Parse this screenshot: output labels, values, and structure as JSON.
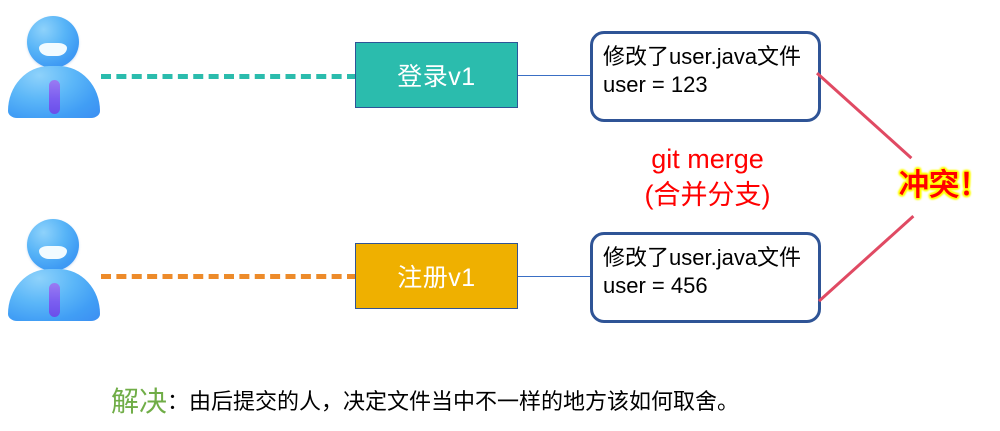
{
  "diagram": {
    "title": "git merge conflict illustration",
    "colors": {
      "branch_login_fill": "#2BBCAD",
      "branch_register_fill": "#EFB000",
      "box_border": "#2F5496",
      "dash_login": "#2BBCAD",
      "dash_register": "#ED8B2A",
      "merge_line": "#E04A63",
      "merge_text": "#FF0000",
      "conflict_text": "#FF0000",
      "conflict_glow": "#FFFF00",
      "solution_keyword": "#70AD47",
      "connector": "#3A6FC4",
      "avatar_blue": "#4FA8F6",
      "avatar_badge": "#7B5EF0"
    },
    "developers": [
      {
        "id": "dev-top",
        "icon": "user-avatar-icon"
      },
      {
        "id": "dev-bottom",
        "icon": "user-avatar-icon"
      }
    ],
    "branches": [
      {
        "id": "branch-login",
        "label": "登录v1"
      },
      {
        "id": "branch-register",
        "label": "注册v1"
      }
    ],
    "commits": [
      {
        "id": "commit-login",
        "text": "修改了user.java文件\nuser = 123"
      },
      {
        "id": "commit-register",
        "text": "修改了user.java文件\nuser = 456"
      }
    ],
    "merge": {
      "label": "git merge\n(合并分支)",
      "conflict_label": "冲突！"
    },
    "solution": {
      "keyword": "解决",
      "text": "：由后提交的人，决定文件当中不一样的地方该如何取舍。"
    }
  }
}
